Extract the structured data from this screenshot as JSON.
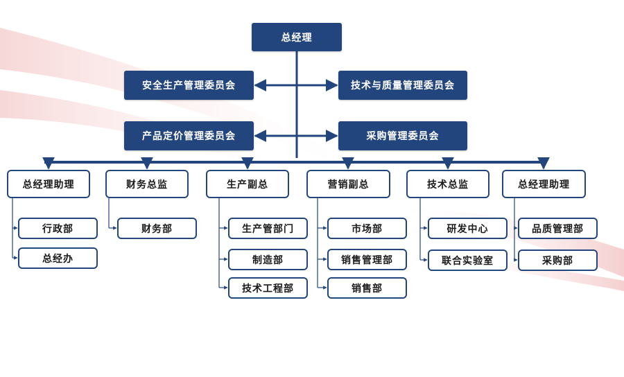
{
  "colors": {
    "primary": "#22457d",
    "line": "#22457d",
    "swoosh": "#f3c9c9"
  },
  "top": {
    "label": "总经理"
  },
  "committees": {
    "left_upper": "安全生产管理委员会",
    "right_upper": "技术与质量管理委员会",
    "left_lower": "产品定价管理委员会",
    "right_lower": "采购管理委员会"
  },
  "departments": [
    {
      "label": "总经理助理",
      "children": [
        "行政部",
        "总经办"
      ]
    },
    {
      "label": "财务总监",
      "children": [
        "财务部"
      ]
    },
    {
      "label": "生产副总",
      "children": [
        "生产管部门",
        "制造部",
        "技术工程部"
      ]
    },
    {
      "label": "营销副总",
      "children": [
        "市场部",
        "销售管理部",
        "销售部"
      ]
    },
    {
      "label": "技术总监",
      "children": [
        "研发中心",
        "联合实验室"
      ]
    },
    {
      "label": "总经理助理",
      "children": [
        "品质管理部",
        "采购部"
      ]
    }
  ]
}
